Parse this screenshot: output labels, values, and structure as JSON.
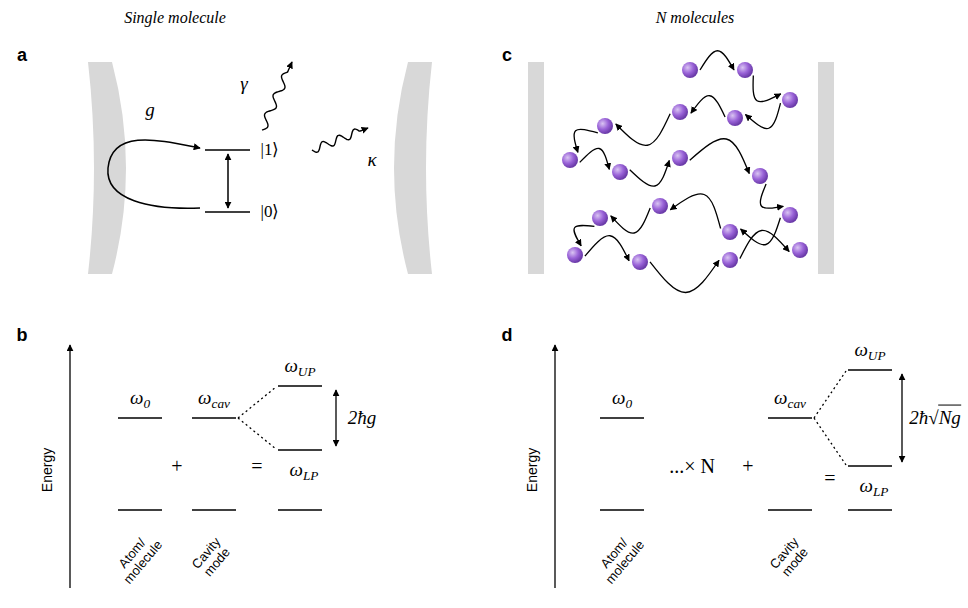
{
  "diagram": {
    "labels": [
      "Single molecule",
      "N molecules",
      "a",
      "g",
      "γ",
      "|1⟩",
      "|0⟩",
      "κ",
      "b",
      "Energy",
      "ω0",
      "ωcav",
      "ωUP",
      "2ħg",
      "ωLP",
      "+",
      "=",
      "Atom/ molecule",
      "Cavity mode",
      "c",
      "d",
      "Energy",
      "ω0",
      "...× N",
      "+",
      "ωcav",
      "=",
      "ωUP",
      "2ħ√Ng",
      "ωLP",
      "Atom/ molecule",
      "Cavity mode"
    ]
  }
}
